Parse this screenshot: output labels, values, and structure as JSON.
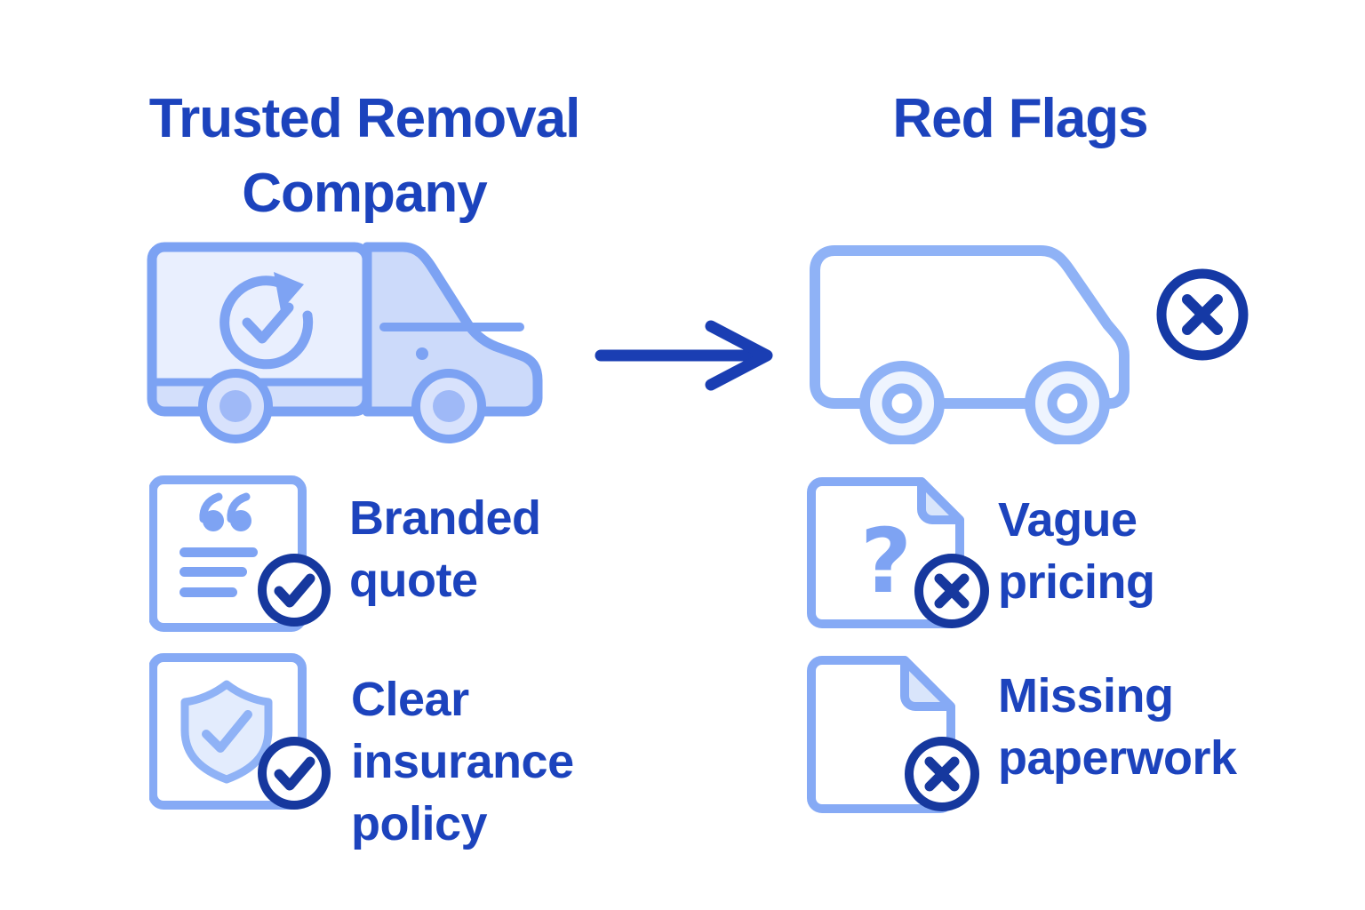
{
  "palette": {
    "text_blue": "#1C43BD",
    "badge_navy": "#16389E",
    "arrow_blue": "#1A3EB3",
    "icon_mid_blue": "#7EA3F3",
    "icon_light_blue": "#8FB2F6",
    "doc_stroke_blue": "#86AAF5",
    "truck_box_fill": "#E9EFFE",
    "truck_cab_fill": "#CCDAFA",
    "truck_skirt_fill": "#D3DFFB",
    "fold_fill": "#D9E5FB",
    "shield_fill": "#E3ECFD",
    "background": "#FFFFFF"
  },
  "left_column": {
    "title": "Trusted Removal Company",
    "truck_icon": "trusted-truck-icon",
    "truck_mark_icon": "verified-refresh-check-icon",
    "items": [
      {
        "icon": "branded-quote-document-icon",
        "badge_icon": "check-circle-icon",
        "label": "Branded quote"
      },
      {
        "icon": "insurance-shield-icon",
        "badge_icon": "check-circle-icon",
        "label": "Clear insurance policy"
      }
    ]
  },
  "right_column": {
    "title": "Red Flags",
    "van_icon": "unmarked-van-icon",
    "van_badge_icon": "x-circle-icon",
    "items": [
      {
        "icon": "question-document-icon",
        "badge_icon": "x-circle-icon",
        "label": "Vague pricing"
      },
      {
        "icon": "blank-document-icon",
        "badge_icon": "x-circle-icon",
        "label": "Missing paperwork"
      }
    ]
  },
  "connector": {
    "icon": "right-arrow-icon"
  }
}
